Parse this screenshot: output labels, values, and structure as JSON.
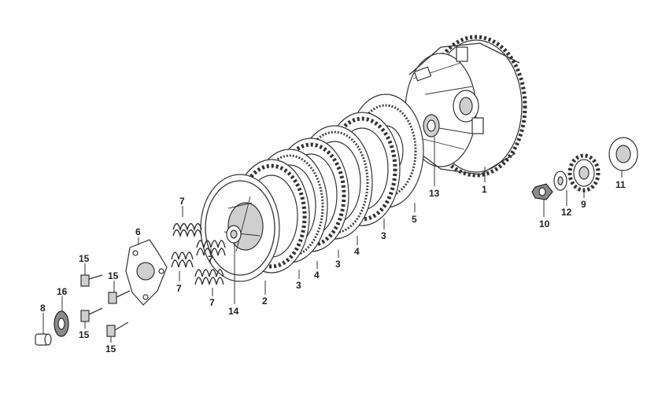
{
  "diagram": {
    "labels": [
      "1",
      "2",
      "3",
      "3",
      "3",
      "4",
      "4",
      "5",
      "6",
      "7",
      "7",
      "7",
      "7",
      "8",
      "9",
      "10",
      "11",
      "12",
      "13",
      "14",
      "15",
      "15",
      "15",
      "15",
      "16"
    ]
  }
}
